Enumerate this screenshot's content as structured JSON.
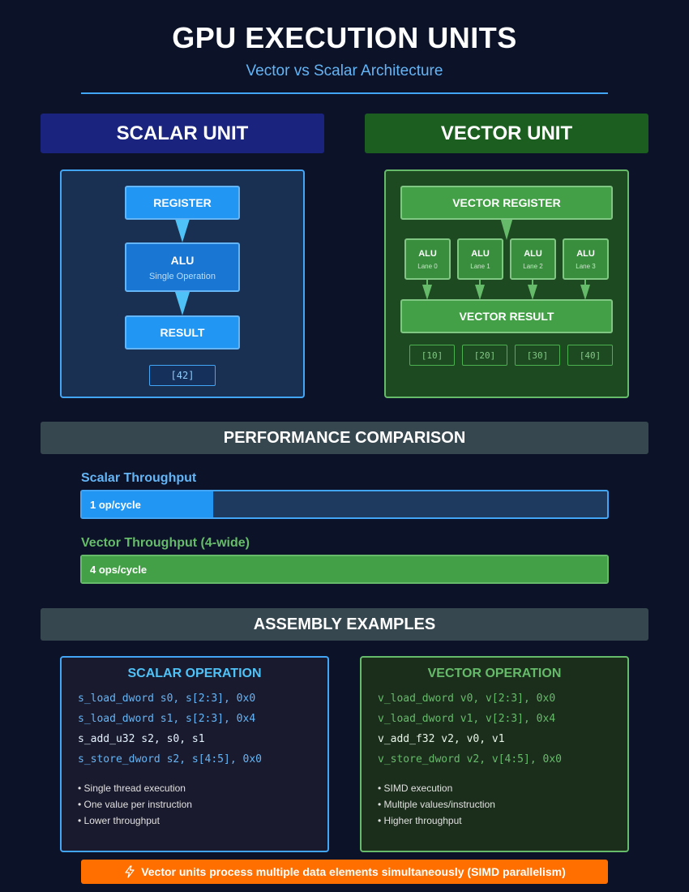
{
  "header": {
    "title": "GPU EXECUTION UNITS",
    "subtitle": "Vector vs Scalar Architecture"
  },
  "scalar_unit": {
    "title": "SCALAR UNIT",
    "register": "REGISTER",
    "alu": "ALU",
    "alu_sub": "Single Operation",
    "result": "RESULT",
    "value": "[42]"
  },
  "vector_unit": {
    "title": "VECTOR UNIT",
    "register": "VECTOR REGISTER",
    "lanes": [
      {
        "label": "ALU",
        "sub": "Lane 0"
      },
      {
        "label": "ALU",
        "sub": "Lane 1"
      },
      {
        "label": "ALU",
        "sub": "Lane 2"
      },
      {
        "label": "ALU",
        "sub": "Lane 3"
      }
    ],
    "result": "VECTOR RESULT",
    "values": [
      "[10]",
      "[20]",
      "[30]",
      "[40]"
    ]
  },
  "performance": {
    "title": "PERFORMANCE COMPARISON",
    "scalar": {
      "label": "Scalar Throughput",
      "fill_text": "1 op/cycle",
      "level": 0.25
    },
    "vector": {
      "label": "Vector Throughput (4-wide)",
      "fill_text": "4 ops/cycle",
      "level": 1.0
    }
  },
  "assembly": {
    "title": "ASSEMBLY EXAMPLES",
    "scalar": {
      "title": "SCALAR OPERATION",
      "lines": [
        "s_load_dword s0, s[2:3], 0x0",
        "s_load_dword s1, s[2:3], 0x4",
        "s_add_u32 s2, s0, s1",
        "s_store_dword s2, s[4:5], 0x0"
      ],
      "bullets": [
        "• Single thread execution",
        "• One value per instruction",
        "• Lower throughput"
      ]
    },
    "vector": {
      "title": "VECTOR OPERATION",
      "lines": [
        "v_load_dword v0, v[2:3], 0x0",
        "v_load_dword v1, v[2:3], 0x4",
        "v_add_f32 v2, v0, v1",
        "v_store_dword v2, v[4:5], 0x0"
      ],
      "bullets": [
        "• SIMD execution",
        "• Multiple values/instruction",
        "• Higher throughput"
      ]
    }
  },
  "footer": {
    "icon": "lightning-icon",
    "text": "Vector units process multiple data elements simultaneously (SIMD parallelism)"
  },
  "colors": {
    "background": "#0c1228",
    "scalar_accent": "#42a5f5",
    "vector_accent": "#66bb6a",
    "banner": "#ff6f00"
  }
}
